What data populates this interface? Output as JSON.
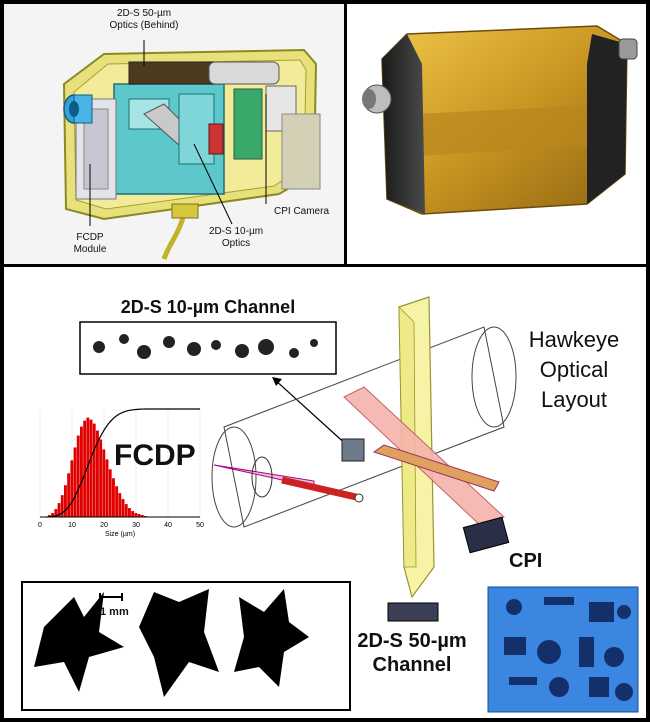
{
  "top_left": {
    "optics_behind_label": "2D-S 50-µm\nOptics (Behind)",
    "cpi_camera_label": "CPI Camera",
    "optics_10um_label": "2D-S 10-µm\nOptics",
    "fcdp_module_label": "FCDP\nModule"
  },
  "bottom": {
    "channel_10um_title": "2D-S 10-µm Channel",
    "hawkeye_title": "Hawkeye\nOptical\nLayout",
    "fcdp_title": "FCDP",
    "cpi_label": "CPI",
    "channel_50um_label": "2D-S 50-µm\nChannel",
    "scale_label": "1 mm"
  },
  "chart_data": {
    "type": "bar",
    "x": [
      3,
      4,
      5,
      6,
      7,
      8,
      9,
      10,
      11,
      12,
      13,
      14,
      15,
      16,
      17,
      18,
      19,
      20,
      21,
      22,
      23,
      24,
      25,
      26,
      27,
      28,
      29,
      30,
      31,
      32,
      33
    ],
    "values": [
      2,
      4,
      8,
      14,
      22,
      32,
      44,
      57,
      70,
      82,
      91,
      97,
      100,
      98,
      94,
      87,
      78,
      68,
      58,
      48,
      39,
      31,
      24,
      18,
      13,
      9,
      6,
      4,
      3,
      2,
      1
    ],
    "cumulative_curve": true,
    "xlabel": "Size (µm)",
    "xlim": [
      0,
      50
    ],
    "xticks": [
      0,
      10,
      20,
      30,
      40,
      50
    ],
    "bar_color": "#e00000",
    "curve_color": "#000000"
  }
}
